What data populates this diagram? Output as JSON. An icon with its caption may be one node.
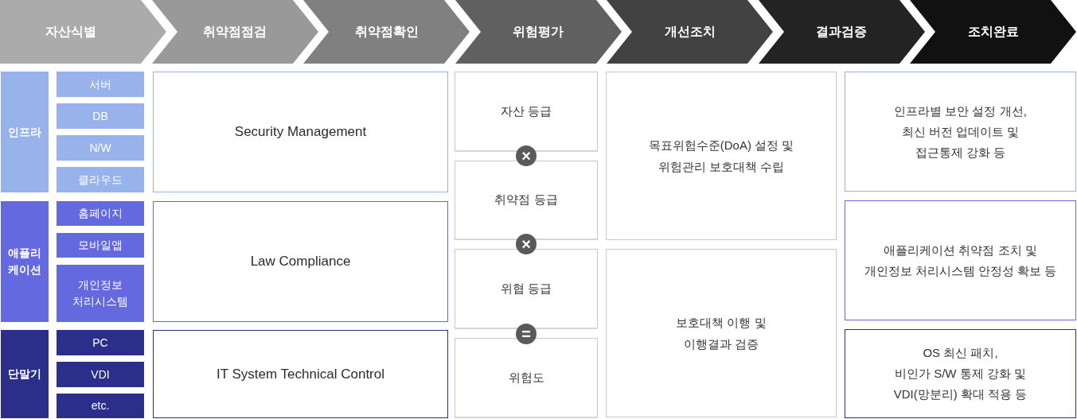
{
  "diagram": {
    "nodes": [
      {
        "text": [
          "자산식별"
        ]
      },
      {
        "text": [
          "취약점점검"
        ]
      },
      {
        "text": [
          "취약점확인"
        ]
      },
      {
        "text": [
          "위험평가"
        ]
      },
      {
        "text": [
          "개선조치"
        ]
      },
      {
        "text": [
          "결과검증"
        ]
      },
      {
        "text": [
          "조치완료"
        ]
      },
      {
        "text": [
          "인프라"
        ]
      },
      {
        "text": [
          "애플리케이션"
        ]
      },
      {
        "text": [
          "단말기"
        ]
      },
      {
        "text": [
          "서버"
        ]
      },
      {
        "text": [
          "DB"
        ]
      },
      {
        "text": [
          "N/W"
        ]
      },
      {
        "text": [
          "클라우드"
        ]
      },
      {
        "text": [
          "홈페이지"
        ]
      },
      {
        "text": [
          "모바일앱"
        ]
      },
      {
        "text": [
          "개인정보 처리시스템"
        ]
      },
      {
        "text": [
          "PC"
        ]
      },
      {
        "text": [
          "VDI"
        ]
      },
      {
        "text": [
          "etc."
        ]
      },
      {
        "text": [
          "Security Management"
        ]
      },
      {
        "text": [
          "Law Compliance"
        ]
      },
      {
        "text": [
          "IT System Technical Control"
        ]
      },
      {
        "text": [
          "자산 등급"
        ]
      },
      {
        "text": [
          "×"
        ]
      },
      {
        "text": [
          "취약점 등급"
        ]
      },
      {
        "text": [
          "×"
        ]
      },
      {
        "text": [
          "위협 등급"
        ]
      },
      {
        "text": [
          "="
        ]
      },
      {
        "text": [
          "위험도"
        ]
      },
      {
        "text": [
          "목표위험수준(DoA) 설정 및 위험관리 보호대책 수립"
        ]
      },
      {
        "text": [
          "보호대책 이행 및 이행결과 검증"
        ]
      },
      {
        "text": [
          "인프라별 보안 설정 개선, 최신 버전 업데이트 및 접근통제 강화 등"
        ]
      },
      {
        "text": [
          "애플리케이션 취약점 조치 및 개인정보 처리시스템 안정성 확보 등"
        ]
      },
      {
        "text": [
          "OS 최신 패치, 비인가 S/W 통제 강화 및 VDI(망분리) 확대 적용 등"
        ]
      }
    ]
  }
}
